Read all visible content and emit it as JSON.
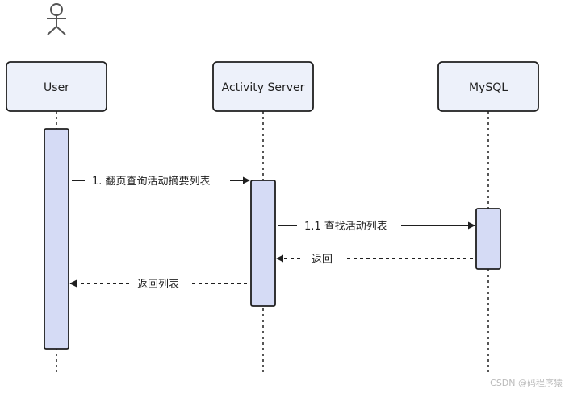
{
  "participants": [
    {
      "id": "user",
      "label": "User",
      "actor": true
    },
    {
      "id": "server",
      "label": "Activity Server",
      "actor": false
    },
    {
      "id": "db",
      "label": "MySQL",
      "actor": false
    }
  ],
  "messages": [
    {
      "label": "1. 翻页查询活动摘要列表",
      "from": "user",
      "to": "server",
      "style": "solid"
    },
    {
      "label": "1.1 查找活动列表",
      "from": "server",
      "to": "db",
      "style": "solid"
    },
    {
      "label": "返回",
      "from": "db",
      "to": "server",
      "style": "dashed"
    },
    {
      "label": "返回列表",
      "from": "server",
      "to": "user",
      "style": "dashed"
    }
  ],
  "watermark": "CSDN @码程序猿",
  "colors": {
    "participant_fill": "#edf1fa",
    "activation_fill": "#d5dbf5",
    "stroke": "#1f1f1f",
    "actor_stroke": "#555555"
  }
}
